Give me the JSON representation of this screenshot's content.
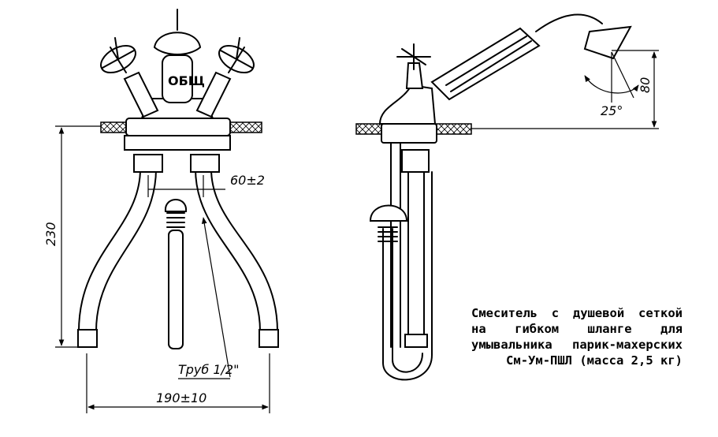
{
  "dimensions": {
    "height": "230",
    "center_distance": "60±2",
    "pipe": "Труб 1/2\"",
    "width": "190±10",
    "angle": "25°",
    "shower_height": "80"
  },
  "caption": "Смеситель с душевой сеткой на гибком шланге для умывальника парик-махерских См-Ум-ПШЛ (масса 2,5 кг)"
}
